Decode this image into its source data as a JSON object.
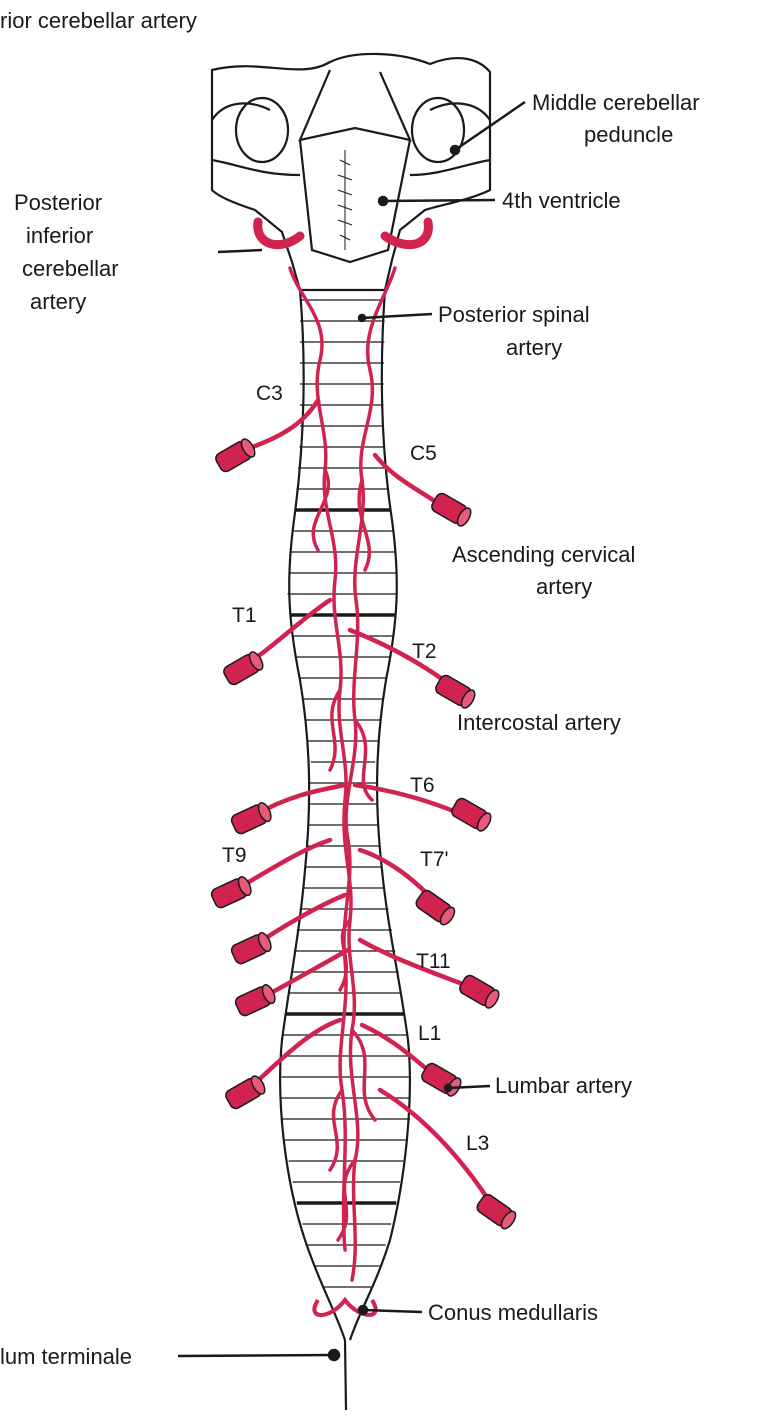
{
  "colors": {
    "artery": "#d0234f",
    "artery_light": "#e85a7a",
    "ink": "#1a1a1a",
    "background": "#ffffff"
  },
  "labels": {
    "top_truncated": "rior cerebellar artery",
    "middle_cerebellar_peduncle_line1": "Middle cerebellar",
    "middle_cerebellar_peduncle_line2": "peduncle",
    "fourth_ventricle": "4th ventricle",
    "pica_line1": "Posterior",
    "pica_line2": "inferior",
    "pica_line3": "cerebellar",
    "pica_line4": "artery",
    "posterior_spinal_line1": "Posterior spinal",
    "posterior_spinal_line2": "artery",
    "ascending_cervical_line1": "Ascending cervical",
    "ascending_cervical_line2": "artery",
    "intercostal": "Intercostal artery",
    "lumbar": "Lumbar artery",
    "conus": "Conus medullaris",
    "filum_truncated": "lum terminale"
  },
  "segments": {
    "c3": "C3",
    "c5": "C5",
    "t1": "T1",
    "t2": "T2",
    "t6": "T6",
    "t7": "T7'",
    "t9": "T9",
    "t11": "T11",
    "l1": "L1",
    "l3": "L3"
  }
}
